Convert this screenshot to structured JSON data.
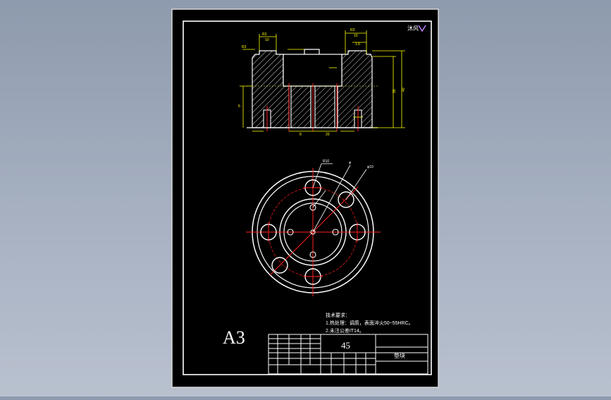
{
  "drawing": {
    "sheet_size": "A3",
    "logo_text": "沐风",
    "tech_requirements": {
      "heading": "技术要求：",
      "line1": "1.热处理：调质，表面淬火50~55HRC。",
      "line2": "2.未注公差IT14。"
    },
    "title_block": {
      "material": "45",
      "part_name": "垫块"
    },
    "dimensions": {
      "d1": "R3",
      "d2": "10",
      "d3": "R3",
      "d4": "10",
      "d5": "R3",
      "d6": "1.6",
      "d7": "40",
      "d8": "30",
      "d9": "6",
      "d10": "8",
      "d11": "20",
      "d12": "R10",
      "d13": "φ",
      "d14": "φ10"
    }
  },
  "colors": {
    "canvas": "#000000",
    "line": "#ffffff",
    "dimension": "#ffff00",
    "centerline": "#ff0000",
    "hatch": "#ffffff",
    "background": "#9aa5b8"
  }
}
